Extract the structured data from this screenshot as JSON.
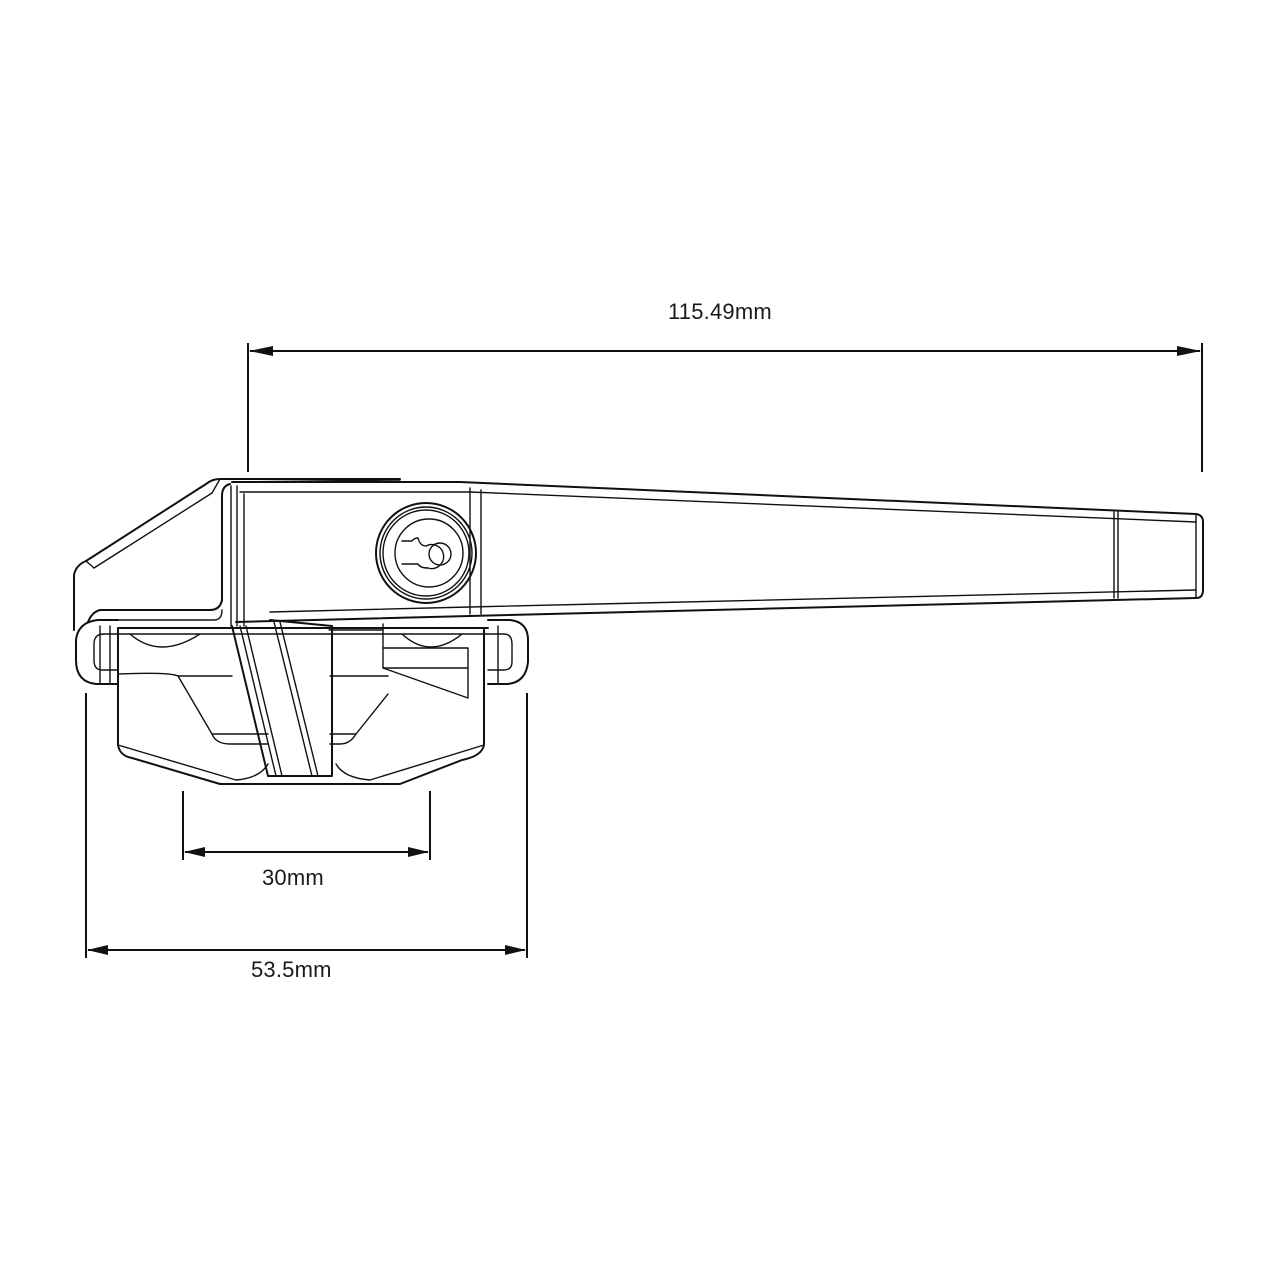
{
  "drawing": {
    "subject": "Locking cockspur window handle - side elevation technical drawing",
    "line_color": "#111111",
    "background": "#ffffff"
  },
  "dimensions": {
    "overall_length": {
      "label": "115.49mm",
      "value": 115.49,
      "unit": "mm",
      "orientation": "horizontal"
    },
    "fixing_centres": {
      "label": "30mm",
      "value": 30,
      "unit": "mm",
      "orientation": "horizontal"
    },
    "base_length": {
      "label": "53.5mm",
      "value": 53.5,
      "unit": "mm",
      "orientation": "horizontal"
    }
  },
  "features": {
    "key_cylinder": "keyhole-lock-icon",
    "lever_arm": "handle-lever",
    "base_plate": "mounting-base"
  }
}
